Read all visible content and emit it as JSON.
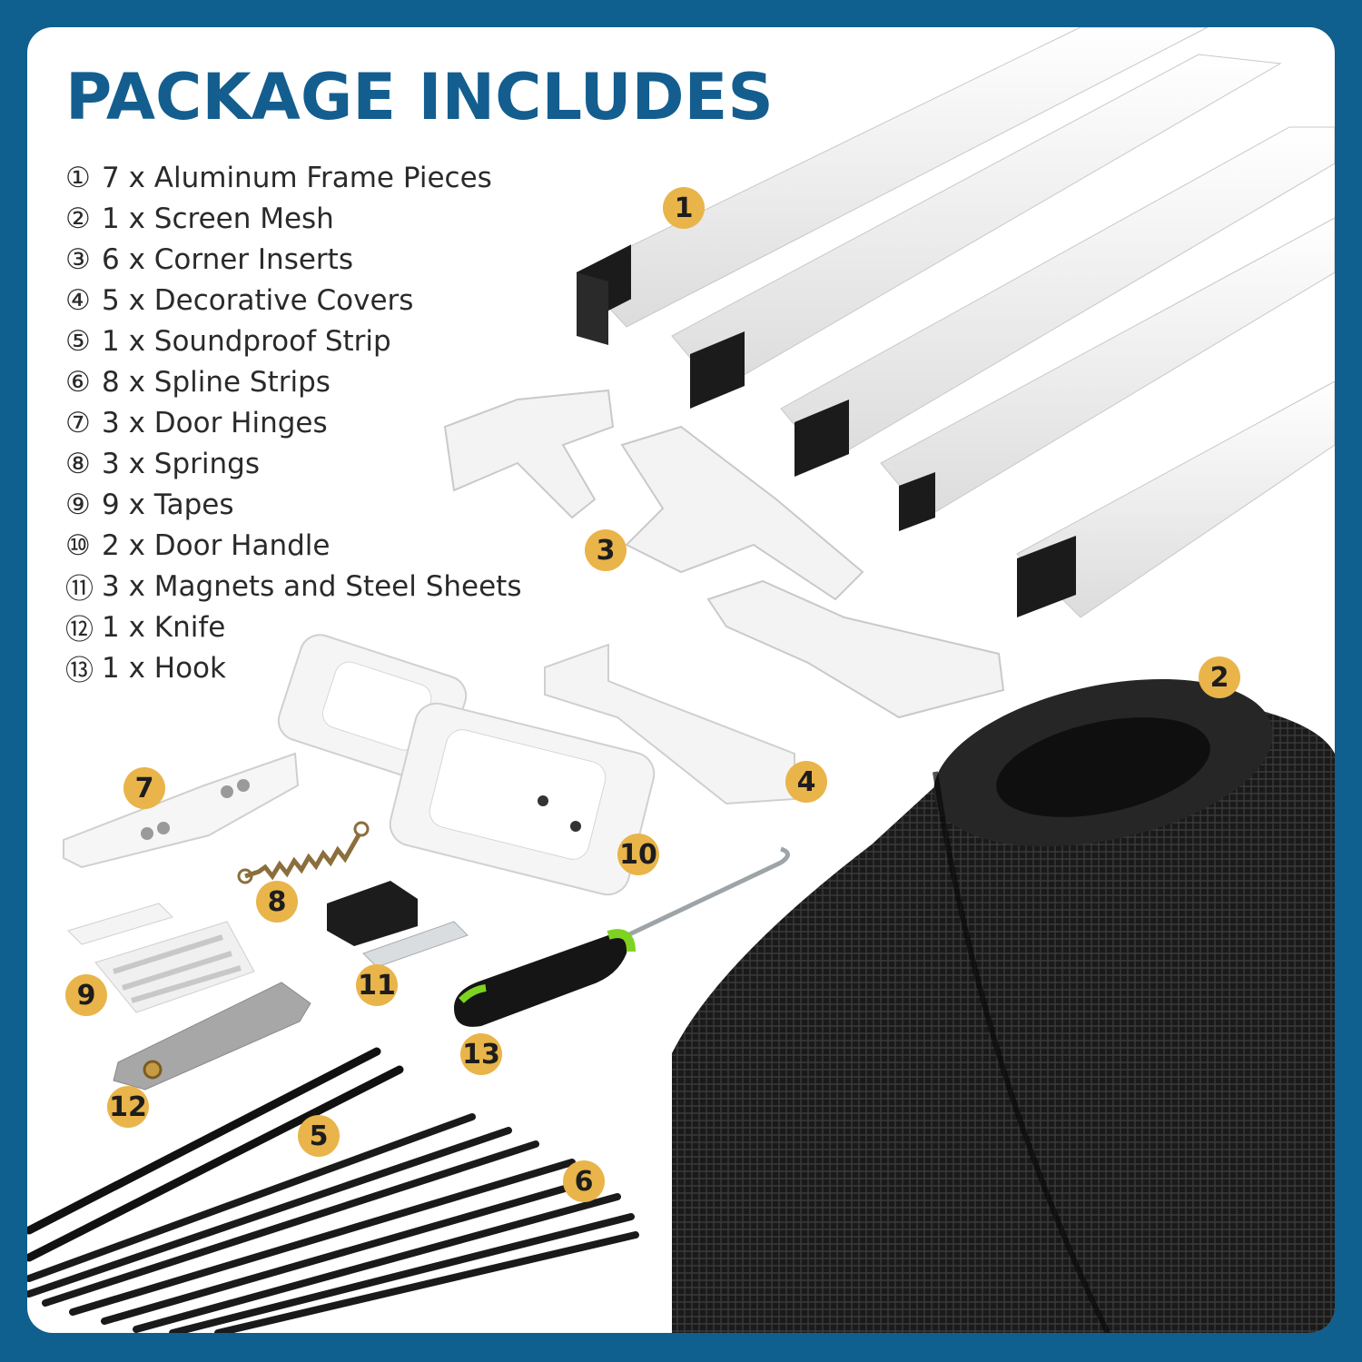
{
  "title": "PACKAGE INCLUDES",
  "items": [
    {
      "num": "①",
      "text": "7 x Aluminum Frame Pieces"
    },
    {
      "num": "②",
      "text": "1 x Screen Mesh"
    },
    {
      "num": "③",
      "text": "6 x Corner Inserts"
    },
    {
      "num": "④",
      "text": "5 x Decorative Covers"
    },
    {
      "num": "⑤",
      "text": "1 x Soundproof Strip"
    },
    {
      "num": "⑥",
      "text": "8 x Spline Strips"
    },
    {
      "num": "⑦",
      "text": "3 x Door Hinges"
    },
    {
      "num": "⑧",
      "text": "3 x Springs"
    },
    {
      "num": "⑨",
      "text": "9 x Tapes"
    },
    {
      "num": "⑩",
      "text": "2 x Door Handle"
    },
    {
      "num": "⑪",
      "text": "3 x Magnets and Steel Sheets"
    },
    {
      "num": "⑫",
      "text": "1 x Knife"
    },
    {
      "num": "⑬",
      "text": "1 x Hook"
    }
  ],
  "badges": {
    "b1": "1",
    "b2": "2",
    "b3": "3",
    "b4": "4",
    "b5": "5",
    "b6": "6",
    "b7": "7",
    "b8": "8",
    "b9": "9",
    "b10": "10",
    "b11": "11",
    "b12": "12",
    "b13": "13"
  },
  "colors": {
    "border": "#0f5f8f",
    "title": "#135e8f",
    "badge": "#e9b449",
    "hook_handle_accent": "#7ed321"
  }
}
